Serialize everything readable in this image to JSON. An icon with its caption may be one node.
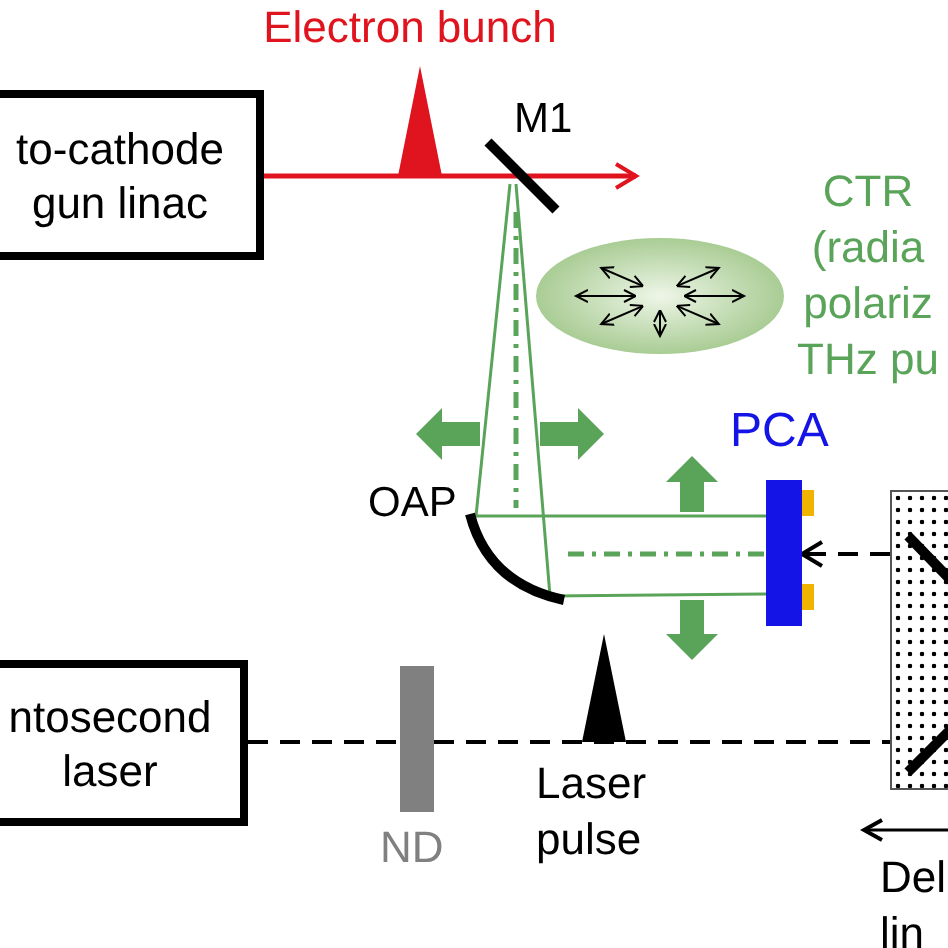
{
  "diagram": {
    "nodes": [
      {
        "text": [
          "to-cathode gun linac"
        ]
      },
      {
        "text": [
          "M1"
        ]
      },
      {
        "text": [
          "OAP"
        ]
      },
      {
        "text": [
          "PCA"
        ]
      },
      {
        "text": [
          "ntosecond laser"
        ]
      },
      {
        "text": [
          "ND"
        ]
      },
      {
        "text": [],
        "shape": "box"
      }
    ],
    "edges": [
      {
        "from": 0,
        "to": null,
        "arrow": "to",
        "color": "#e0141e"
      },
      {
        "from": 1,
        "to": 2,
        "arrow": "none",
        "style": "dashed",
        "color": "#5aa45a"
      },
      {
        "from": 2,
        "to": 3,
        "arrow": "none",
        "style": "dashed",
        "color": "#5aa45a"
      },
      {
        "from": 4,
        "to": 5,
        "arrow": "none",
        "style": "dashed"
      },
      {
        "from": 5,
        "to": 6,
        "arrow": "none",
        "style": "dashed"
      },
      {
        "from": 6,
        "to": 3,
        "arrow": "to",
        "style": "dashed"
      }
    ],
    "labels": [
      "Electron bunch",
      "CTR (radia polariz THz pu",
      "Laser pulse",
      "Del lin"
    ]
  }
}
